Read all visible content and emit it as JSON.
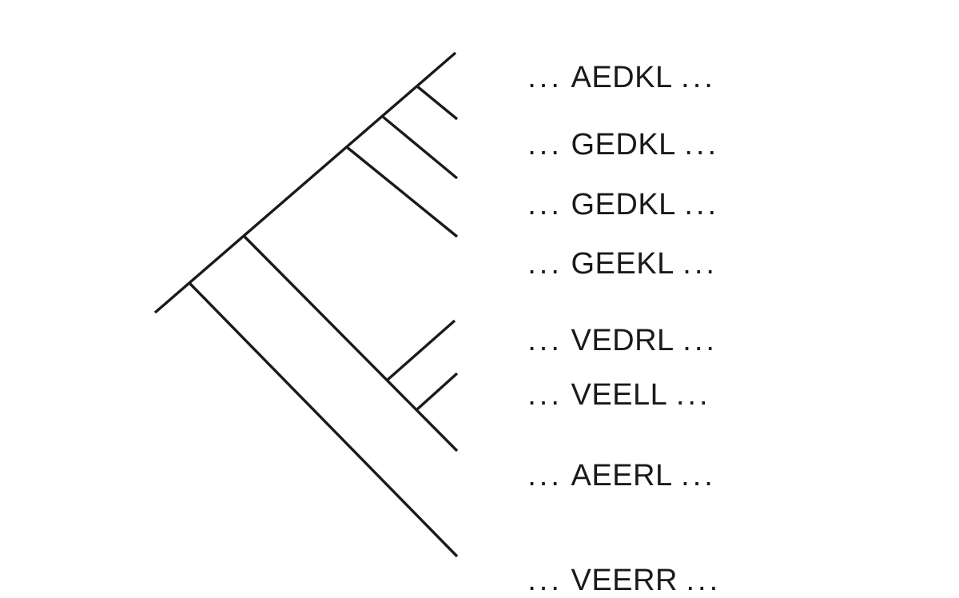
{
  "diagram": {
    "type": "phylogenetic-tree",
    "line_color": "#1a1a1a",
    "ellipsis": "...",
    "taxa": [
      {
        "sequence": "AEDKL"
      },
      {
        "sequence": "GEDKL"
      },
      {
        "sequence": "GEDKL"
      },
      {
        "sequence": "GEEKL"
      },
      {
        "sequence": "VEDRL"
      },
      {
        "sequence": "VEELL"
      },
      {
        "sequence": "AEERL"
      },
      {
        "sequence": "VEERR"
      }
    ]
  }
}
